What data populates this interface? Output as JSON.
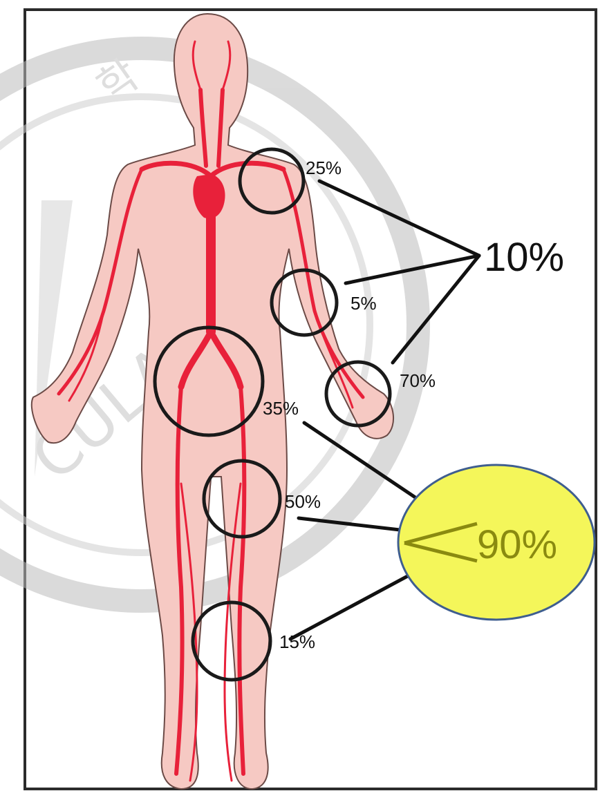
{
  "diagram": {
    "regions": [
      {
        "id": "shoulder",
        "percent": "25%"
      },
      {
        "id": "elbow",
        "percent": "5%"
      },
      {
        "id": "wrist",
        "percent": "70%"
      },
      {
        "id": "pelvis",
        "percent": "35%"
      },
      {
        "id": "thigh",
        "percent": "50%"
      },
      {
        "id": "calf",
        "percent": "15%"
      }
    ],
    "groups": [
      {
        "id": "upper-limb",
        "total": "10%",
        "highlighted": false
      },
      {
        "id": "lower-limb",
        "total": "90%",
        "highlighted": true
      }
    ],
    "watermark_text": "VASCULAR SURGERY 학",
    "colors": {
      "artery": "#e8213a",
      "skin": "#f6c9c3",
      "skin_outline": "#6b4a46",
      "circle": "#1a1a1a",
      "highlight_fill": "#f4f65a",
      "highlight_stroke": "#3f5e8f",
      "highlight_text": "#8a8a10"
    }
  }
}
